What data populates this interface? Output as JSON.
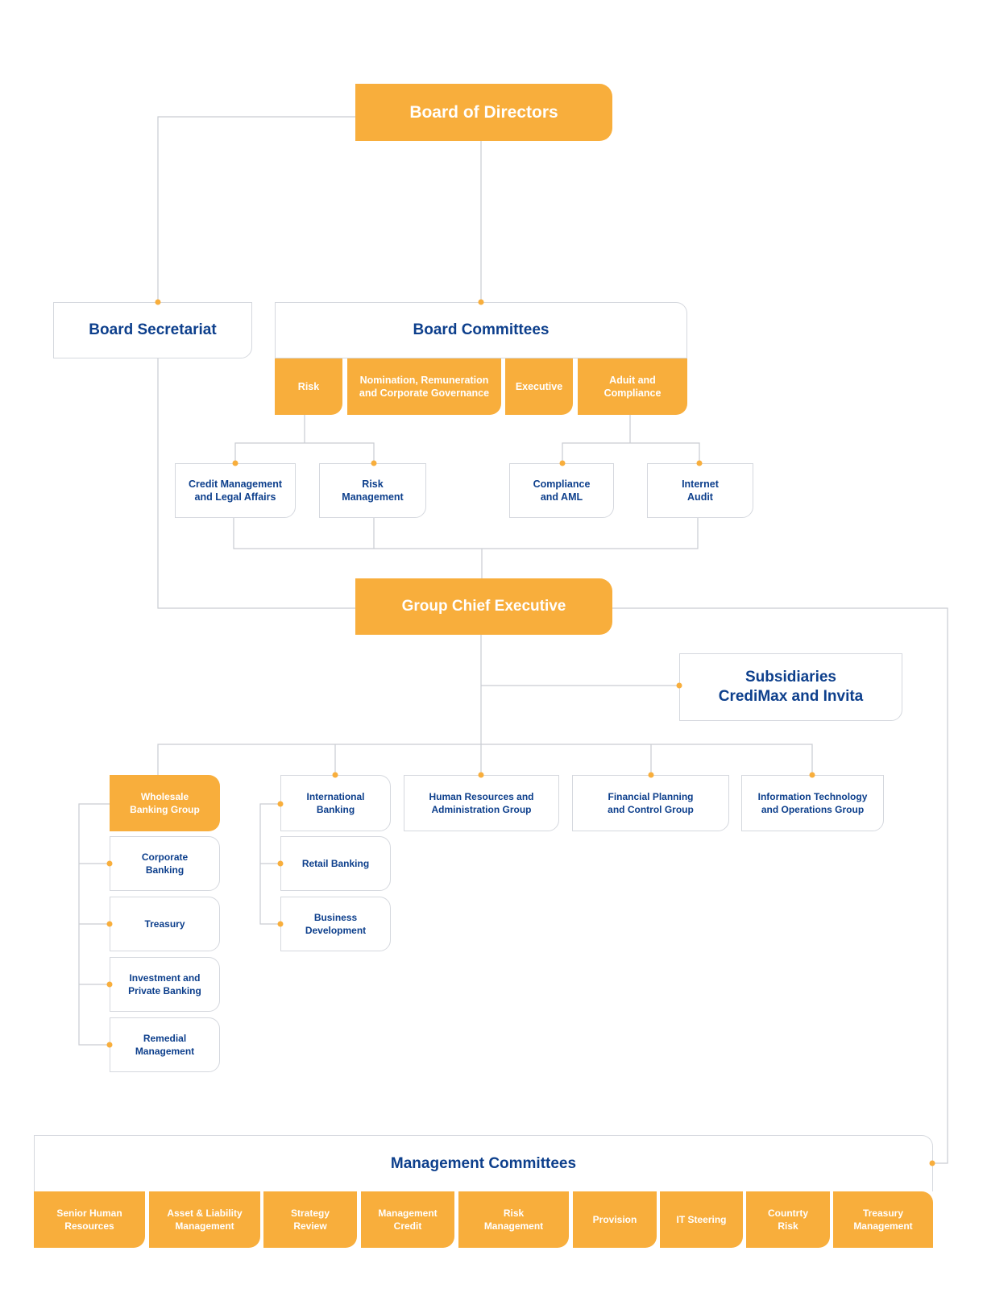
{
  "board_of_directors": "Board of Directors",
  "board_secretariat": "Board Secretariat",
  "board_committees": {
    "title": "Board Committees",
    "items": [
      "Risk",
      "Nomination, Remuneration\nand Corporate Governance",
      "Executive",
      "Aduit and\nCompliance"
    ]
  },
  "committee_children": [
    "Credit Management\nand Legal Affairs",
    "Risk\nManagement",
    "Compliance\nand AML",
    "Internet\nAudit"
  ],
  "group_chief_executive": "Group Chief Executive",
  "subsidiaries": {
    "line1": "Subsidiaries",
    "line2": "CrediMax and Invita"
  },
  "groups": {
    "wholesale": "Wholesale\nBanking Group",
    "international": "International\nBanking",
    "hr": "Human Resources and\nAdministration Group",
    "finance": "Financial Planning\nand Control Group",
    "it": "Information Technology\nand Operations Group"
  },
  "wholesale_children": [
    "Corporate\nBanking",
    "Treasury",
    "Investment and\nPrivate Banking",
    "Remedial\nManagement"
  ],
  "international_children": [
    "Retail Banking",
    "Business\nDevelopment"
  ],
  "management_committees": {
    "title": "Management Committees",
    "items": [
      "Senior Human\nResources",
      "Asset & Liability\nManagement",
      "Strategy\nReview",
      "Management\nCredit",
      "Risk\nManagement",
      "Provision",
      "IT Steering",
      "Countrty\nRisk",
      "Treasury\nManagement"
    ]
  },
  "colors": {
    "accent": "#F8AE3C",
    "text": "#0D3F8C",
    "line": "#C9CCD2"
  }
}
